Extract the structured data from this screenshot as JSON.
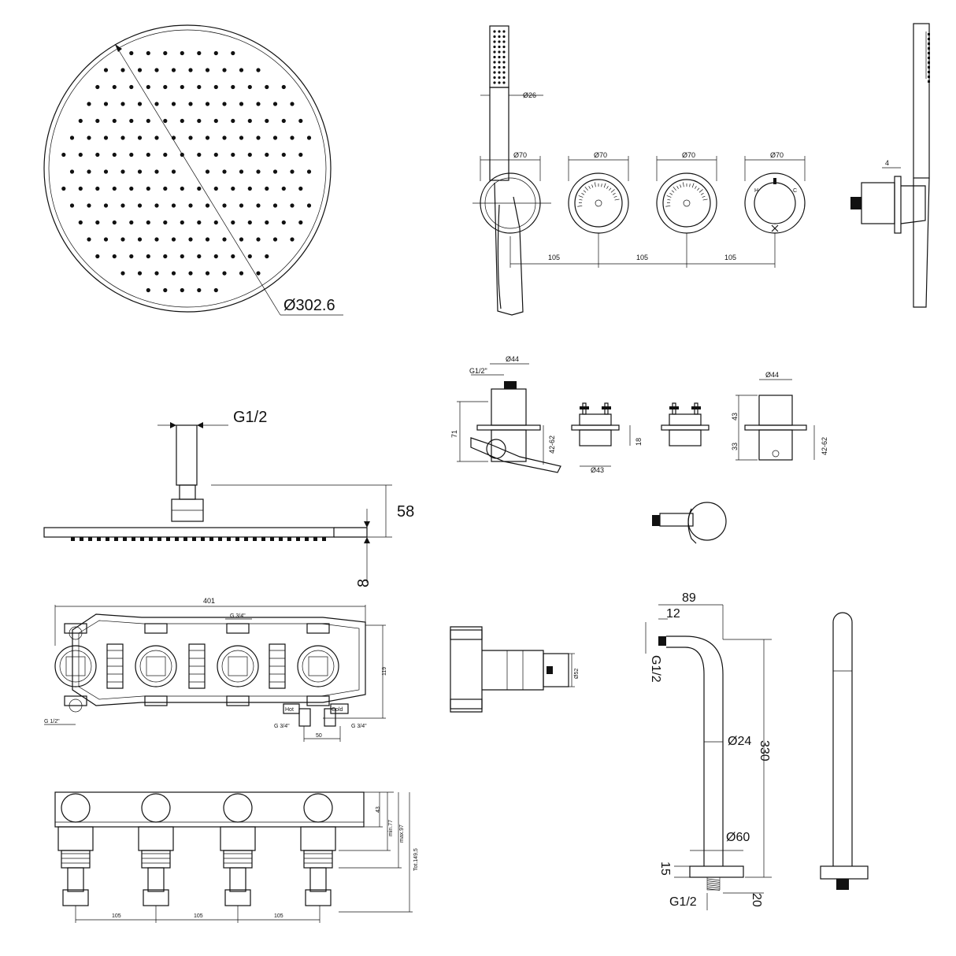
{
  "dimensions": {
    "head_diameter": "Ø302.6",
    "hand_shower_diameter": "Ø26",
    "plate_diameter_1": "Ø70",
    "plate_diameter_2": "Ø70",
    "plate_diameter_3": "Ø70",
    "plate_diameter_4": "Ø70",
    "spacing_1": "105",
    "spacing_2": "105",
    "spacing_3": "105",
    "wall_gap": "4",
    "thread_top": "G1/2",
    "arm_height": "58",
    "head_thickness": "8",
    "valve_thread": "G1/2\"",
    "knob_diameter": "Ø44",
    "knob_diameter_2": "Ø44",
    "body_height": "71",
    "range_1": "42-62",
    "range_2": "42-62",
    "sleeve_diameter": "Ø43",
    "sleeve_height": "18",
    "upper_height": "43",
    "lower_height": "33",
    "body_length": "401",
    "outlet_thread": "G 3/4\"",
    "body_height_2": "119",
    "inlet_thread": "G 1/2\"",
    "hot_thread": "G 3/4\"",
    "cold_thread": "G 3/4\"",
    "inlet_spacing": "50",
    "cart_diameter": "Ø52",
    "arm_projection": "89",
    "arm_offset": "12",
    "arm_thread": "G1/2",
    "arm_diameter": "Ø24",
    "arm_length": "330",
    "flange_diameter": "Ø60",
    "flange_height": "15",
    "arm_thread_bottom": "G1/2",
    "flange_offset": "20",
    "depth_1": "43",
    "depth_min": "min.77",
    "depth_max": "max.97",
    "depth_total": "Tot.149,5",
    "bottom_spacing_1": "105",
    "bottom_spacing_2": "105",
    "bottom_spacing_3": "105"
  },
  "labels": {
    "hot": "Hot",
    "cold": "Cold",
    "dial_h": "H",
    "dial_c": "C"
  }
}
